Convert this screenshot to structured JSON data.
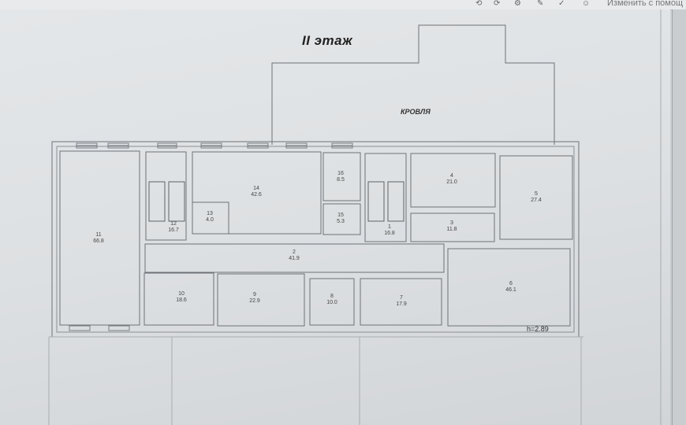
{
  "toolbar": {
    "help_link": "Изменить с помощ",
    "icons": [
      "back-icon",
      "forward-icon",
      "settings-icon",
      "edit-icon",
      "share-icon"
    ]
  },
  "plan": {
    "floor_title": "II этаж",
    "roof_label": "КРОВЛЯ",
    "ceiling_height": "h=2.89",
    "rooms": [
      {
        "num": "1",
        "area": "16.8"
      },
      {
        "num": "2",
        "area": "41.9"
      },
      {
        "num": "3",
        "area": "11.8"
      },
      {
        "num": "4",
        "area": "21.0"
      },
      {
        "num": "5",
        "area": "27.4"
      },
      {
        "num": "6",
        "area": "46.1"
      },
      {
        "num": "7",
        "area": "17.9"
      },
      {
        "num": "8",
        "area": "10.0"
      },
      {
        "num": "9",
        "area": "22.9"
      },
      {
        "num": "10",
        "area": "18.6"
      },
      {
        "num": "11",
        "area": "66.8"
      },
      {
        "num": "12",
        "area": "16.7"
      },
      {
        "num": "13",
        "area": "4.0"
      },
      {
        "num": "14",
        "area": "42.6"
      },
      {
        "num": "15",
        "area": "5.3"
      },
      {
        "num": "16",
        "area": "8.5"
      }
    ]
  }
}
